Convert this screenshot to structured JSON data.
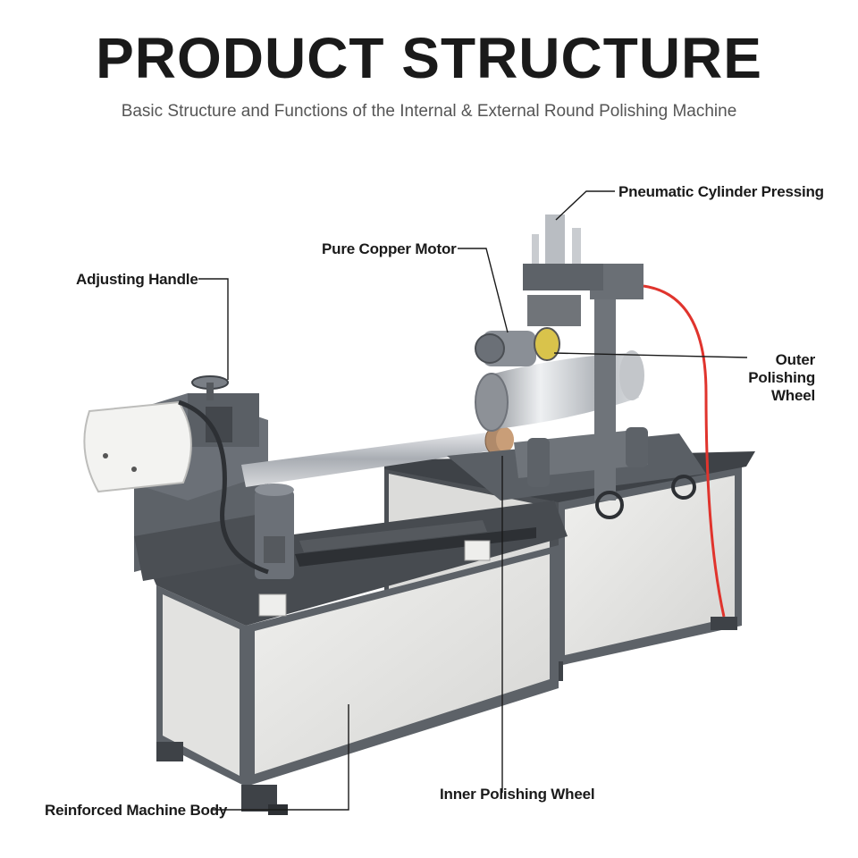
{
  "header": {
    "title": "PRODUCT STRUCTURE",
    "subtitle": "Basic Structure and Functions of the Internal & External Round Polishing Machine"
  },
  "labels": {
    "pneumatic": "Pneumatic Cylinder Pressing",
    "motor": "Pure Copper Motor",
    "handle": "Adjusting Handle",
    "outer_1": "Outer",
    "outer_2": "Polishing",
    "outer_3": "Wheel",
    "inner": "Inner Polishing Wheel",
    "body": "Reinforced Machine Body"
  },
  "colors": {
    "frame": "#5d6268",
    "panel": "#e6e6e4",
    "steel": "#c9ccd0",
    "hose": "#e0342d"
  }
}
